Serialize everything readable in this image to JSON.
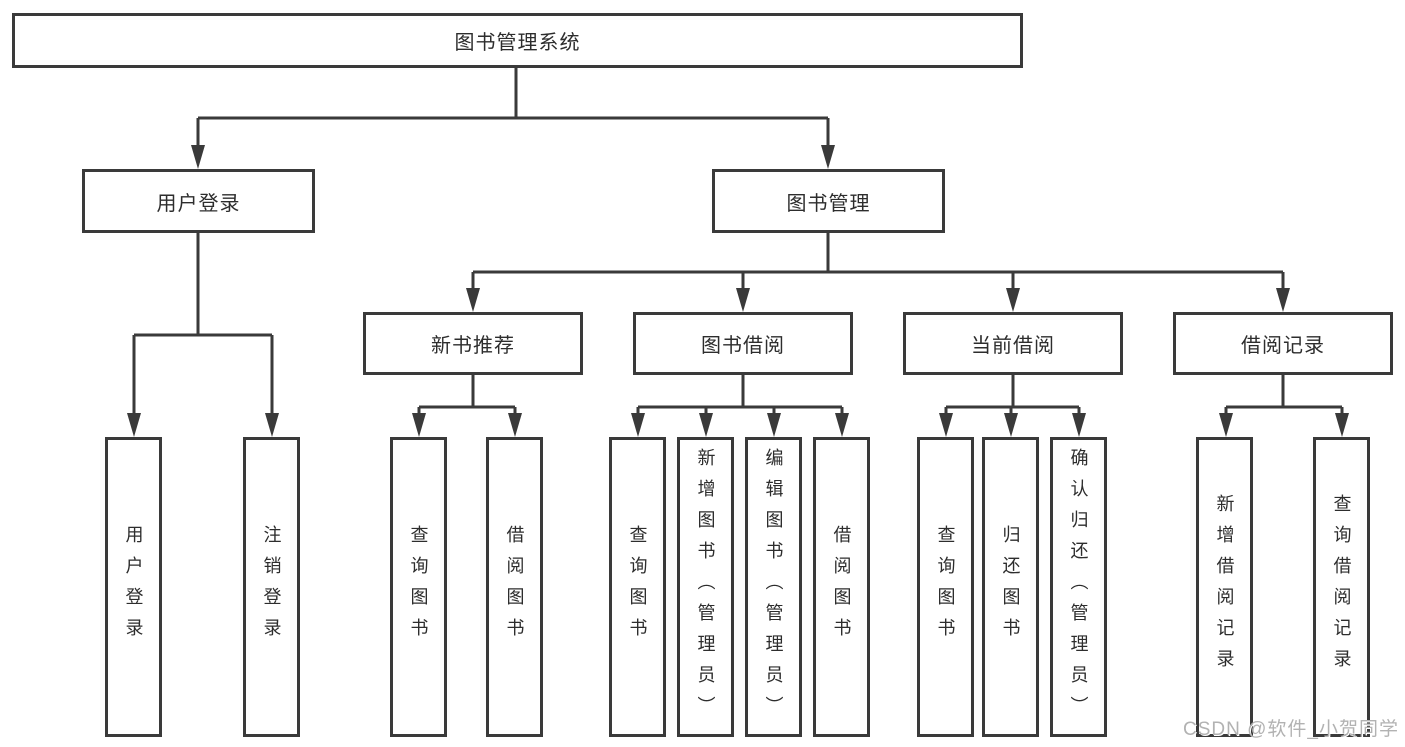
{
  "diagram_type": "functional-structure-tree",
  "colors": {
    "line": "#3a3a3a",
    "box_border": "#3a3a3a",
    "box_fill": "#ffffff",
    "text": "#2d2d2d",
    "watermark": "#b2b2b2",
    "background": "#ffffff"
  },
  "tree": {
    "label": "图书管理系统",
    "children": [
      {
        "label": "用户登录",
        "children": [
          {
            "label": "用户登录"
          },
          {
            "label": "注销登录"
          }
        ]
      },
      {
        "label": "图书管理",
        "children": [
          {
            "label": "新书推荐",
            "children": [
              {
                "label": "查询图书"
              },
              {
                "label": "借阅图书"
              }
            ]
          },
          {
            "label": "图书借阅",
            "children": [
              {
                "label": "查询图书"
              },
              {
                "label": "新增图书（管理员）"
              },
              {
                "label": "编辑图书（管理员）"
              },
              {
                "label": "借阅图书"
              }
            ]
          },
          {
            "label": "当前借阅",
            "children": [
              {
                "label": "查询图书"
              },
              {
                "label": "归还图书"
              },
              {
                "label": "确认归还（管理员）"
              }
            ]
          },
          {
            "label": "借阅记录",
            "children": [
              {
                "label": "新增借阅记录"
              },
              {
                "label": "查询借阅记录"
              }
            ]
          }
        ]
      }
    ]
  },
  "watermark": {
    "text": "CSDN @软件_小贺同学"
  }
}
